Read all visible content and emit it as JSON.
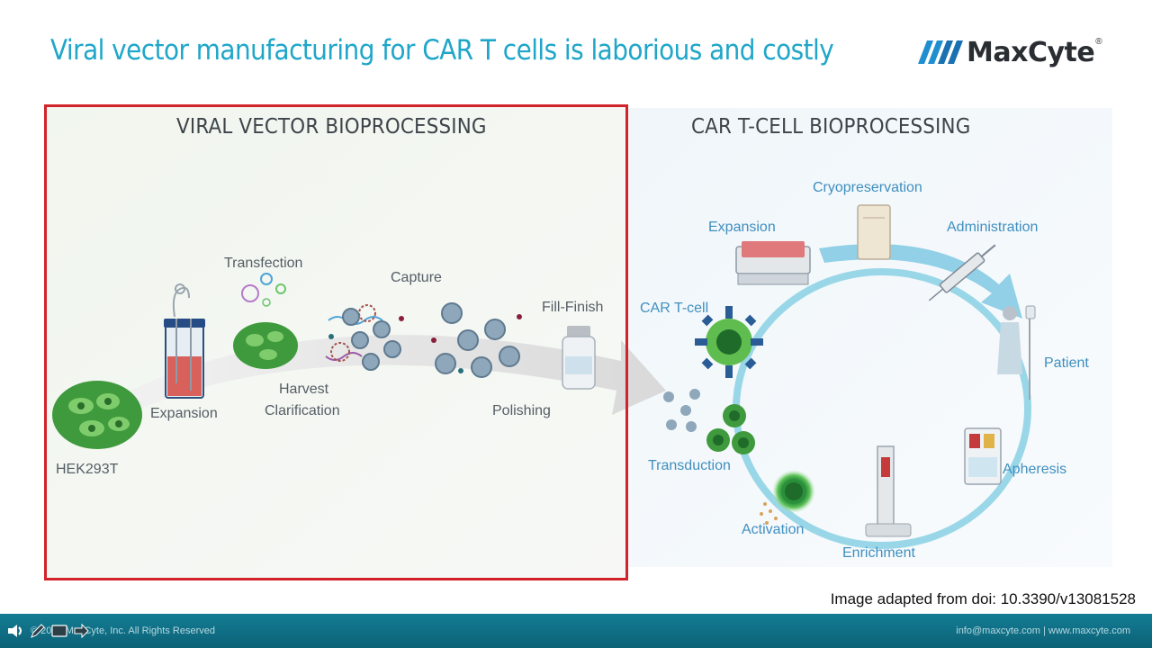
{
  "slide": {
    "title": "Viral vector manufacturing for CAR T cells is laborious and costly",
    "logo_text": "MaxCyte",
    "logo_mark": "®",
    "credit": "Image adapted from doi: 10.3390/v13081528"
  },
  "viral_vector": {
    "title": "VIRAL VECTOR BIOPROCESSING",
    "steps": {
      "hek": "HEK293T",
      "expansion": "Expansion",
      "transfection": "Transfection",
      "harvest": "Harvest",
      "clarification": "Clarification",
      "capture": "Capture",
      "fill_finish": "Fill-Finish",
      "polishing": "Polishing"
    }
  },
  "car_t": {
    "title": "CAR T-CELL BIOPROCESSING",
    "steps": {
      "cryopreservation": "Cryopreservation",
      "expansion": "Expansion",
      "administration": "Administration",
      "car_t_cell": "CAR T-cell",
      "patient": "Patient",
      "transduction": "Transduction",
      "apheresis": "Apheresis",
      "activation": "Activation",
      "enrichment": "Enrichment"
    }
  },
  "footer": {
    "copyright": "© 2022 MaxCyte, Inc. All Rights Reserved",
    "contact": "info@maxcyte.com | www.maxcyte.com"
  },
  "icons": {
    "logo": "maxcyte-logo-icon",
    "volume": "speaker-icon",
    "pen": "pen-icon",
    "screen": "screen-icon",
    "next": "arrow-right-icon"
  },
  "colors": {
    "title": "#1fa6c9",
    "highlight_border": "#d2232a",
    "footer": "#0f7088",
    "cell_green": "#3d9a3f",
    "vector_gray": "#7f9aad",
    "cycle_blue": "#8fd3e6"
  }
}
